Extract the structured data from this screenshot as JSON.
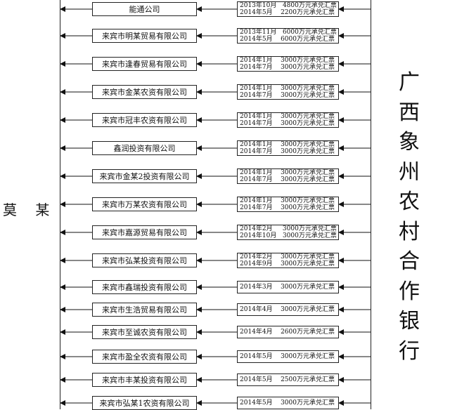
{
  "person": "莫 某",
  "bank": "广西象州农村合作银行",
  "rows": [
    {
      "company": "能通公司",
      "bills": [
        "2013年10月   4800万元承兑汇票",
        "2014年5月    2200万元承兑汇票"
      ]
    },
    {
      "company": "来宾市明某贸易有限公司",
      "bills": [
        "2013年11月   6000万元承兑汇票",
        "2014年5月    6000万元承兑汇票"
      ]
    },
    {
      "company": "来宾市逢春贸易有限公司",
      "bills": [
        "2014年1月    3000万元承兑汇票",
        "2014年7月    3000万元承兑汇票"
      ]
    },
    {
      "company": "来宾市金某农资有限公司",
      "bills": [
        "2014年1月    3000万元承兑汇票",
        "2014年7月    3000万元承兑汇票"
      ]
    },
    {
      "company": "来宾市冠丰农资有限公司",
      "bills": [
        "2014年1月    3000万元承兑汇票",
        "2014年7月    3000万元承兑汇票"
      ]
    },
    {
      "company": "鑫润投资有限公司",
      "bills": [
        "2014年1月    3000万元承兑汇票",
        "2014年7月    3000万元承兑汇票"
      ]
    },
    {
      "company": "来宾市金某2投资有限公司",
      "bills": [
        "2014年1月    3000万元承兑汇票",
        "2014年7月    3000万元承兑汇票"
      ]
    },
    {
      "company": "来宾市万某农资有限公司",
      "bills": [
        "2014年1月    3000万元承兑汇票",
        "2014年7月    3000万元承兑汇票"
      ]
    },
    {
      "company": "来宾市嘉源贸易有限公司",
      "bills": [
        "2014年2月     3000万元承兑汇票",
        "2014年10月   3000万元承兑汇票"
      ]
    },
    {
      "company": "来宾市弘某投资有限公司",
      "bills": [
        "2014年2月    3000万元承兑汇票",
        "2014年9月    3000万元承兑汇票"
      ]
    },
    {
      "company": "来宾市鑫瑞投资有限公司",
      "bills": [
        "2014年3月    3000万元承兑汇票"
      ]
    },
    {
      "company": "来宾市生浩贸易有限公司",
      "bills": [
        "2014年4月    3000万元承兑汇票"
      ]
    },
    {
      "company": "来宾市至诚农资有限公司",
      "bills": [
        "2014年4月    2600万元承兑汇票"
      ]
    },
    {
      "company": "来宾市盈全农资有限公司",
      "bills": [
        "2014年5月    3000万元承兑汇票"
      ]
    },
    {
      "company": "来宾市丰某投资有限公司",
      "bills": [
        "2014年5月    2500万元承兑汇票"
      ]
    },
    {
      "company": "来宾市弘某1农资有限公司",
      "bills": [
        "2014年5月    3000万元承兑汇票"
      ]
    }
  ]
}
